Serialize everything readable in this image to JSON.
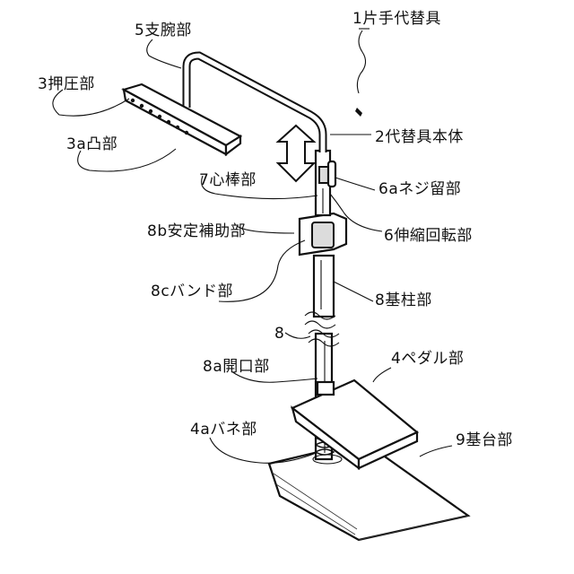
{
  "labels": {
    "l1": "1片手代替具",
    "l2": "2代替具本体",
    "l3": "3押圧部",
    "l3a": "3a凸部",
    "l4": "4ペダル部",
    "l4a": "4aバネ部",
    "l5": "5支腕部",
    "l6": "6伸縮回転部",
    "l6a": "6aネジ留部",
    "l7": "7心棒部",
    "l8": "8基柱部",
    "l8_break": "8",
    "l8a": "8a開口部",
    "l8b": "8b安定補助部",
    "l8c": "8cバンド部",
    "l9": "9基台部"
  }
}
